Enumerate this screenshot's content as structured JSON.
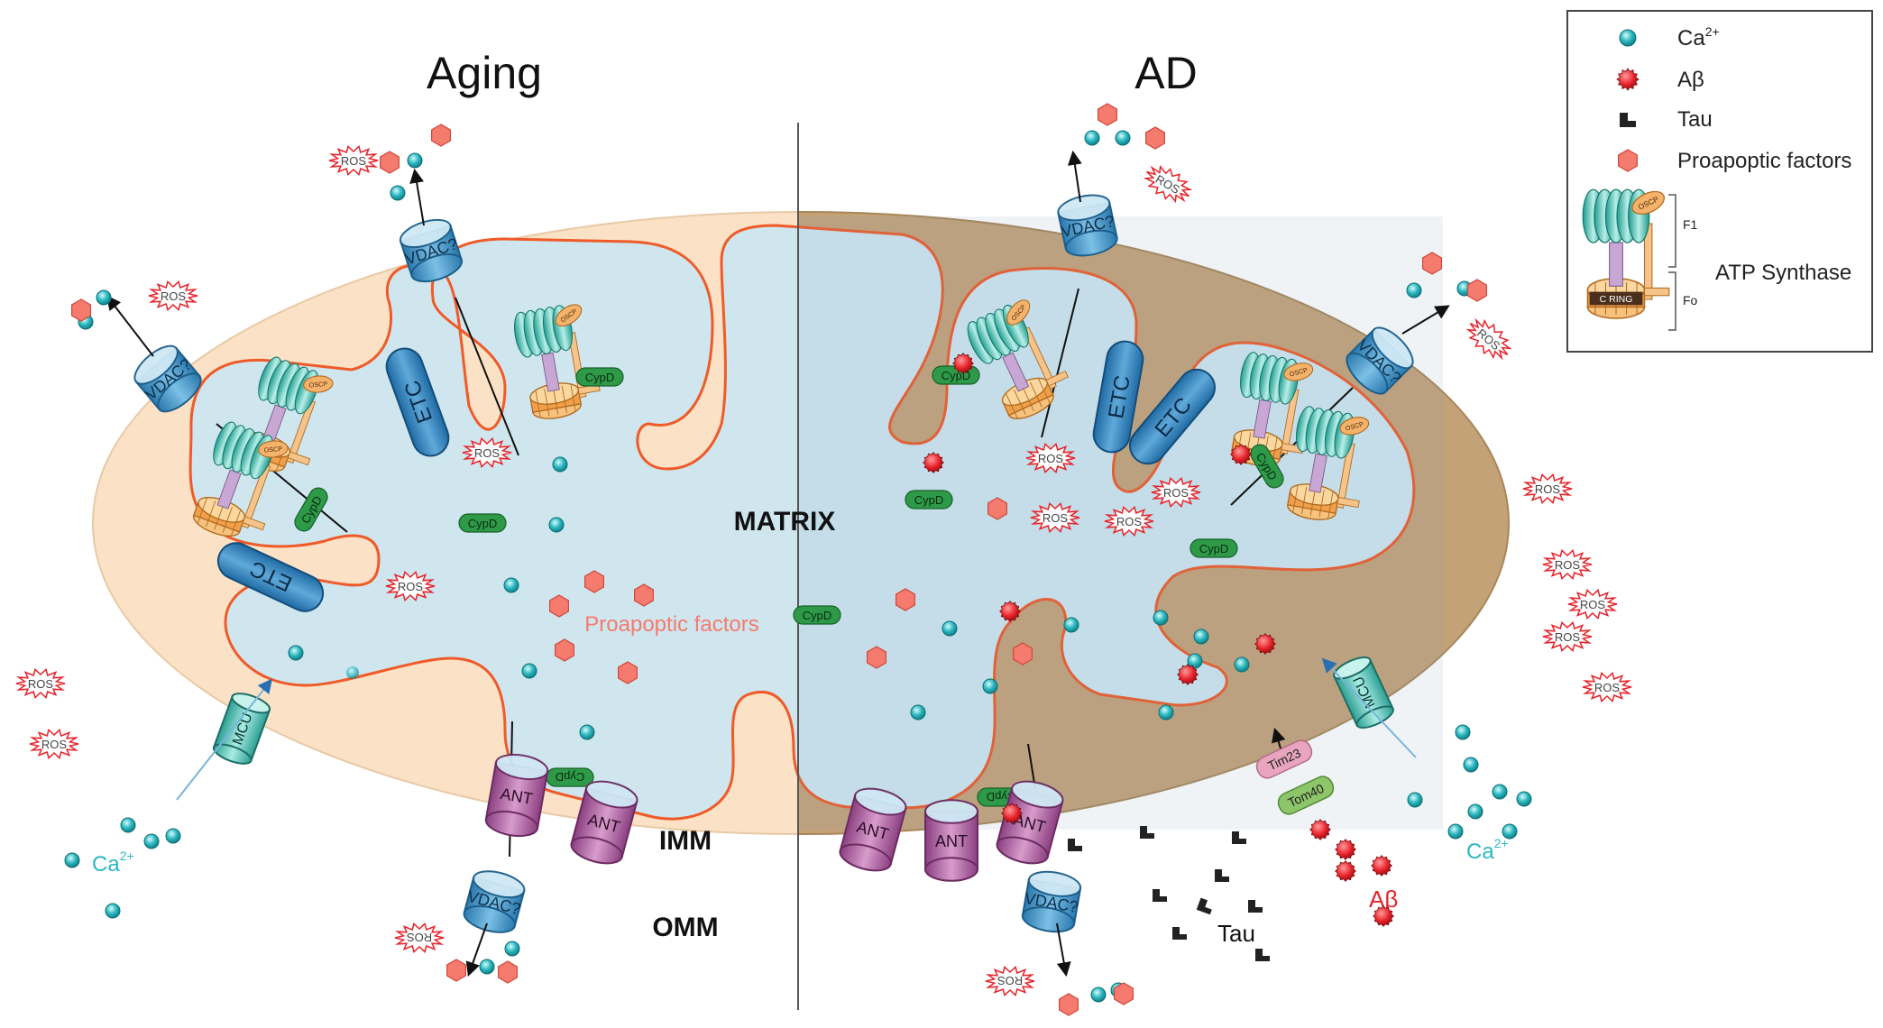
{
  "panels": {
    "left_title": "Aging",
    "right_title": "AD"
  },
  "compartments": {
    "matrix": "MATRIX",
    "imm": "IMM",
    "omm": "OMM"
  },
  "labels": {
    "proapoptic_factors": "Proapoptic factors",
    "ca_base": "Ca",
    "ca_charge": "2+",
    "abeta": "Aβ",
    "tau": "Tau",
    "ros": "ROS",
    "vdac": "VDAC?",
    "etc": "ETC",
    "ant": "ANT",
    "mcu": "MCU",
    "cypd": "CypD",
    "oscp": "OSCP",
    "tim23": "Tim23",
    "tom40": "Tom40",
    "c_ring": "C RING"
  },
  "legend": {
    "ca_base": "Ca",
    "ca_charge": "2+",
    "abeta": "Aβ",
    "tau": "Tau",
    "proapoptotic": "Proapoptic factors",
    "f1": "F1",
    "fo": "Fo",
    "atp_synthase": "ATP Synthase",
    "oscp": "OSCP",
    "c_ring": "C RING"
  },
  "colors": {
    "aging_ims": "#fbe2c6",
    "ad_ims": "#c4a278",
    "matrix": "#cfe6ef",
    "imm_stroke": "#f05a28",
    "calcium": "#2bb8c0",
    "abeta": "#e8232a",
    "proapoptotic": "#f47b6e",
    "ros_stroke": "#e8232a",
    "vdac": "#4a9ed0",
    "etc": "#2f7fb9",
    "ant": "#b25fa3",
    "cypd": "#2e9a48",
    "f1": "#49c3b1",
    "oscp": "#f5b26b",
    "fo": "#f0a04b",
    "mcu": "#4fc7b8",
    "tau": "#222222",
    "tim23": "#e8a5bd",
    "tom40": "#8dc56a"
  }
}
